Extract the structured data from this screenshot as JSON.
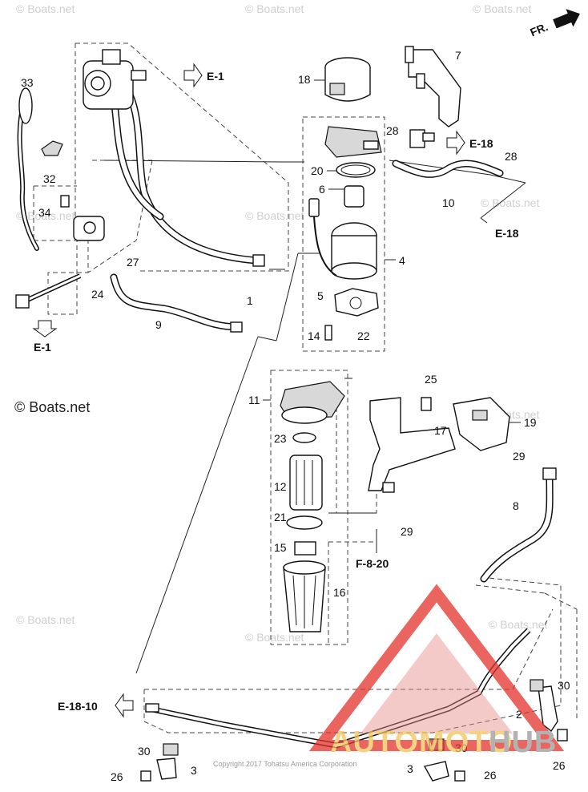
{
  "watermark": "© Boats.net",
  "copyright_main": "© Boats.net",
  "footer": "Copyright 2017 Tohatsu America Corporation",
  "front_label": "FR.",
  "logo": {
    "text_auto": "AUTOMOTO",
    "text_hub": "HUB",
    "color": "#e3322b"
  },
  "refs": {
    "e1_top": "E-1",
    "e1_left": "E-1",
    "e18_top": "E-18",
    "e18_mid": "E-18",
    "f820": "F-8-20",
    "e1810": "E-18-10"
  },
  "callouts": {
    "c1": "1",
    "c2": "2",
    "c3a": "3",
    "c3b": "3",
    "c4": "4",
    "c5": "5",
    "c6": "6",
    "c7": "7",
    "c8": "8",
    "c9": "9",
    "c10": "10",
    "c11": "11",
    "c12": "12",
    "c14": "14",
    "c15": "15",
    "c16": "16",
    "c17": "17",
    "c18": "18",
    "c19": "19",
    "c20": "20",
    "c21": "21",
    "c22": "22",
    "c23": "23",
    "c24": "24",
    "c25": "25",
    "c26a": "26",
    "c26b": "26",
    "c26c": "26",
    "c27": "27",
    "c28a": "28",
    "c28b": "28",
    "c29a": "29",
    "c29b": "29",
    "c30a": "30",
    "c30b": "30",
    "c30c": "30",
    "c32": "32",
    "c33": "33",
    "c34": "34"
  }
}
